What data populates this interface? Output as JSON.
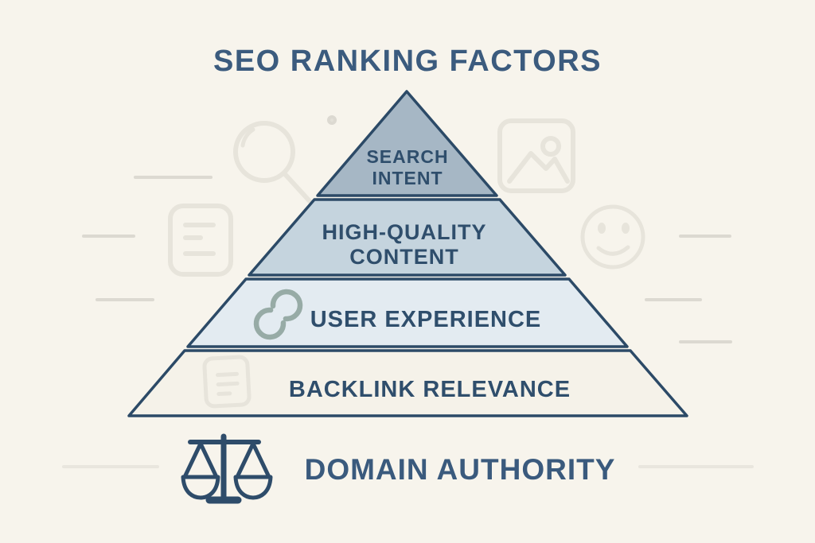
{
  "title": "SEO RANKING FACTORS",
  "colors": {
    "background": "#f7f4ec",
    "pyramid_outline": "#2c4a67",
    "title_text": "#3b5b7e",
    "layer_text": "#2f4e6c",
    "base_text": "#3a5a7d",
    "faded_icon": "#e7e4db",
    "faded_line": "#dcd9d1",
    "link_icon": "#97aba6",
    "scales_icon": "#2e4c6a"
  },
  "pyramid": {
    "layers": [
      {
        "name": "search-intent",
        "line1": "SEARCH",
        "line2": "INTENT",
        "color": "#a6b7c5"
      },
      {
        "name": "high-quality-content",
        "line1": "HIGH-QUALITY",
        "line2": "CONTENT",
        "color": "#c5d4de"
      },
      {
        "name": "user-experience",
        "label": "USER EXPERIENCE",
        "color": "#e3ebf1",
        "icon": "chain-link-icon"
      },
      {
        "name": "backlink-relevance",
        "label": "BACKLINK RELEVANCE",
        "color": "#f5f2e9",
        "icon": "document-icon"
      }
    ]
  },
  "base": {
    "label": "DOMAIN AUTHORITY",
    "icon": "scales-icon"
  },
  "background_icons": [
    "magnifier-icon",
    "image-icon",
    "document-icon",
    "smiley-icon"
  ]
}
